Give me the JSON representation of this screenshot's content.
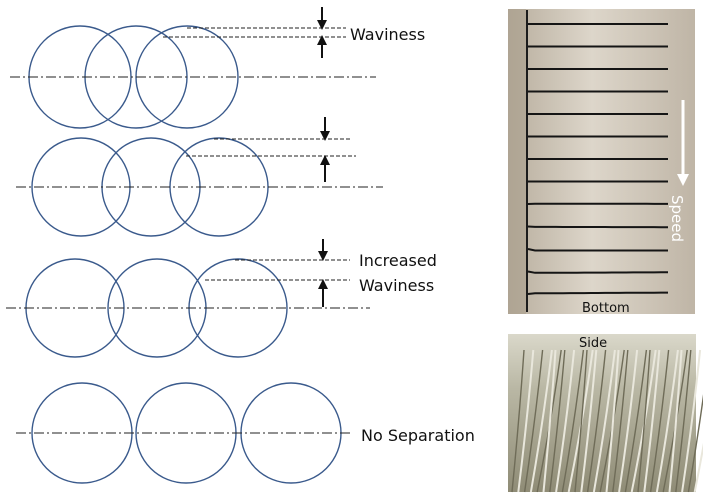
{
  "labels": {
    "waviness": "Waviness",
    "increased": "Increased",
    "waviness_2": "Waviness",
    "no_separation": "No Separation",
    "bottom": "Bottom",
    "side": "Side",
    "speed": "Speed"
  },
  "colors": {
    "circle_stroke": "#3a5a8c",
    "line": "#222222",
    "photo_bottom_bg": "#cfc6b8",
    "photo_side_bg": "#a9a690"
  },
  "icons": [
    "down-arrow-icon",
    "up-arrow-icon",
    "speed-arrow-icon"
  ]
}
